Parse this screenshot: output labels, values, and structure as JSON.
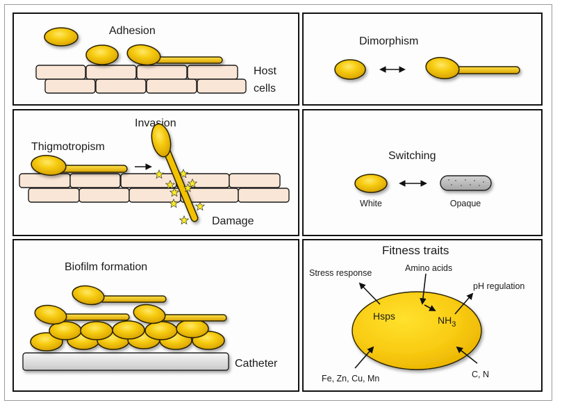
{
  "figure": {
    "colors": {
      "yeast": "#f2c200",
      "yeast_highlight": "#ffe14a",
      "yeast_outline": "#2b2300",
      "host_cell": "#fae6d6",
      "opaque_cell": "#b9b9b9",
      "catheter": "#e6e6e6",
      "panel_border": "#111111",
      "outer_border": "#9a9a9a",
      "damage_star": "#f7ea2a"
    },
    "panels": {
      "adhesion": {
        "title": "Adhesion",
        "host_label_line1": "Host",
        "host_label_line2": "cells"
      },
      "dimorphism": {
        "title": "Dimorphism",
        "arrow_icon": "double-arrow-icon"
      },
      "invasion": {
        "title": "Invasion",
        "thigmotropism_label": "Thigmotropism",
        "damage_label": "Damage",
        "star_icon": "damage-star-icon"
      },
      "switching": {
        "title": "Switching",
        "white_label": "White",
        "opaque_label": "Opaque",
        "arrow_icon": "double-arrow-icon"
      },
      "biofilm": {
        "title": "Biofilm formation",
        "catheter_label": "Catheter"
      },
      "fitness": {
        "title": "Fitness traits",
        "stress_label": "Stress response",
        "amino_label": "Amino acids",
        "ph_label": "pH regulation",
        "hsps_label": "Hsps",
        "nh3_label": "NH",
        "nh3_subscript": "3",
        "metals_label": "Fe, Zn, Cu, Mn",
        "cn_label": "C, N"
      }
    }
  }
}
